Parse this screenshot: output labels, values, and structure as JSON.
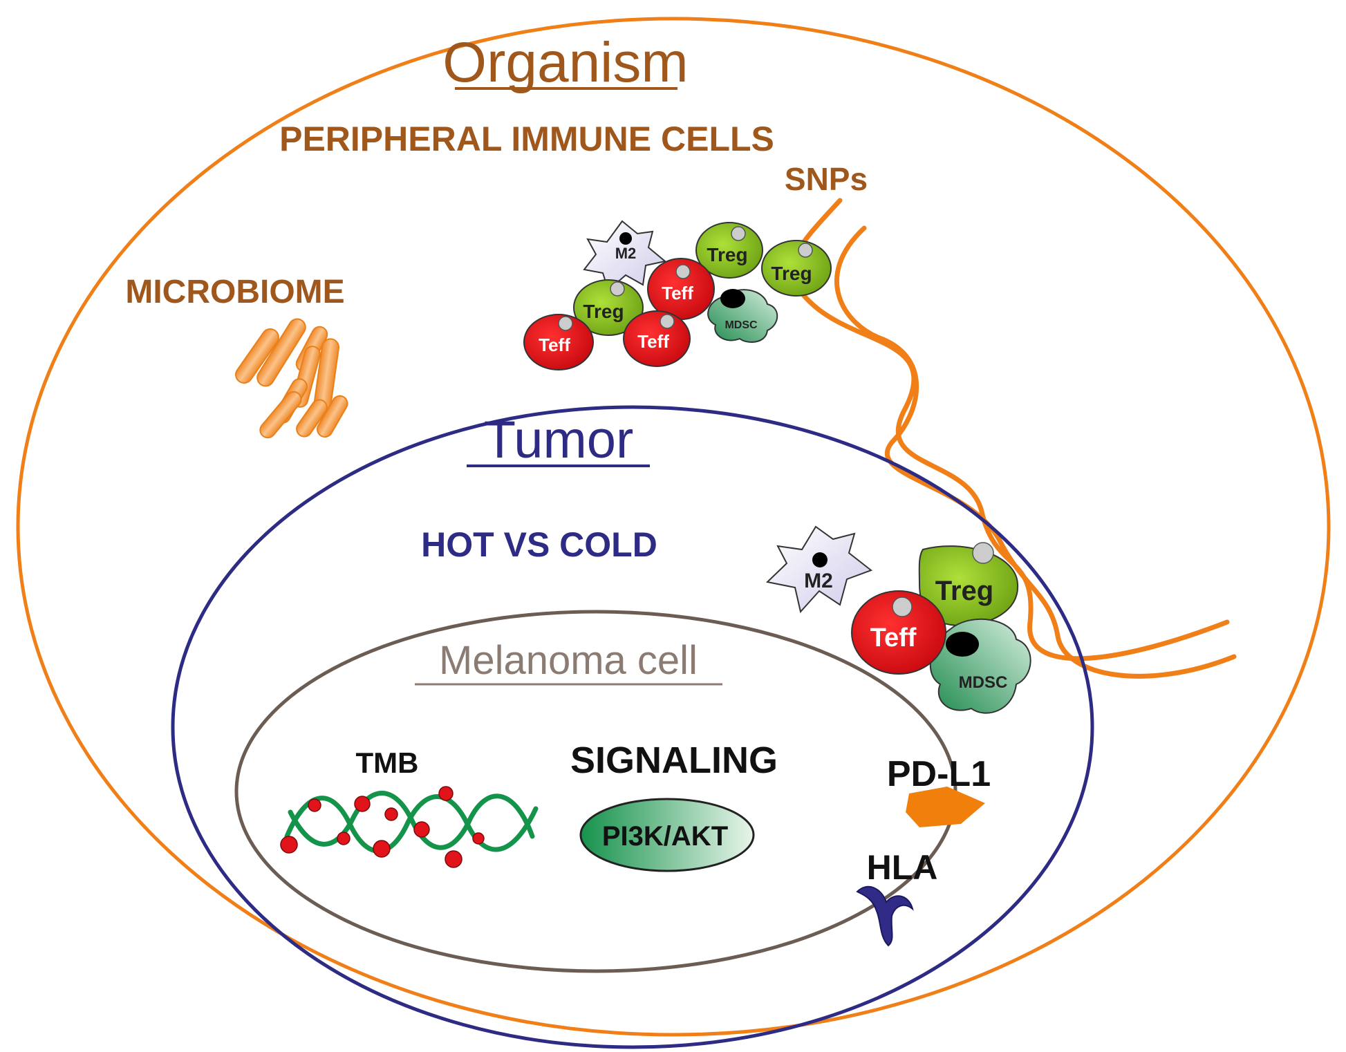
{
  "colors": {
    "organism": "#f07f18",
    "organism_text": "#a0571c",
    "tumor": "#2e2b84",
    "melanoma": "#6b5d54",
    "melanoma_text": "#8a7b73",
    "teff": "#e8151b",
    "treg": "#8cc21f",
    "m2": "#dcdaf0",
    "mdsc": "#2e9a5e",
    "dna": "#14934a",
    "mutation": "#e0141a",
    "pdl1": "#f07f0c",
    "hla": "#2f2b86",
    "bacteria": "#f5a04a"
  },
  "labels": {
    "organism": "Organism",
    "peripheral_immune_cells": "PERIPHERAL IMMUNE CELLS",
    "snps": "SNPs",
    "microbiome": "MICROBIOME",
    "tumor": "Tumor",
    "hot_vs_cold": "HOT VS COLD",
    "melanoma_cell": "Melanoma cell",
    "tmb": "TMB",
    "signaling": "SIGNALING",
    "pi3k_akt": "PI3K/AKT",
    "pd_l1": "PD-L1",
    "hla": "HLA"
  },
  "cells": {
    "m2": "M2",
    "treg": "Treg",
    "teff": "Teff",
    "mdsc": "MDSC"
  },
  "icons": [
    "bacteria-icon",
    "dna-helix-icon",
    "pentagon-icon",
    "receptor-icon"
  ]
}
